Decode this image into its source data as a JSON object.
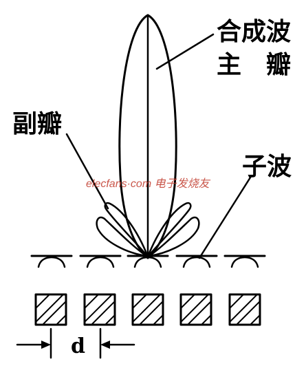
{
  "labels": {
    "main_lobe_line1": "合成波",
    "main_lobe_line2": "主　瓣",
    "side_lobe": "副瓣",
    "sub_wave": "子波",
    "spacing": "d"
  },
  "watermark": {
    "text": "elecfans·com 电子发烧友",
    "color": "#c0392b"
  },
  "elements": {
    "count": 5
  }
}
